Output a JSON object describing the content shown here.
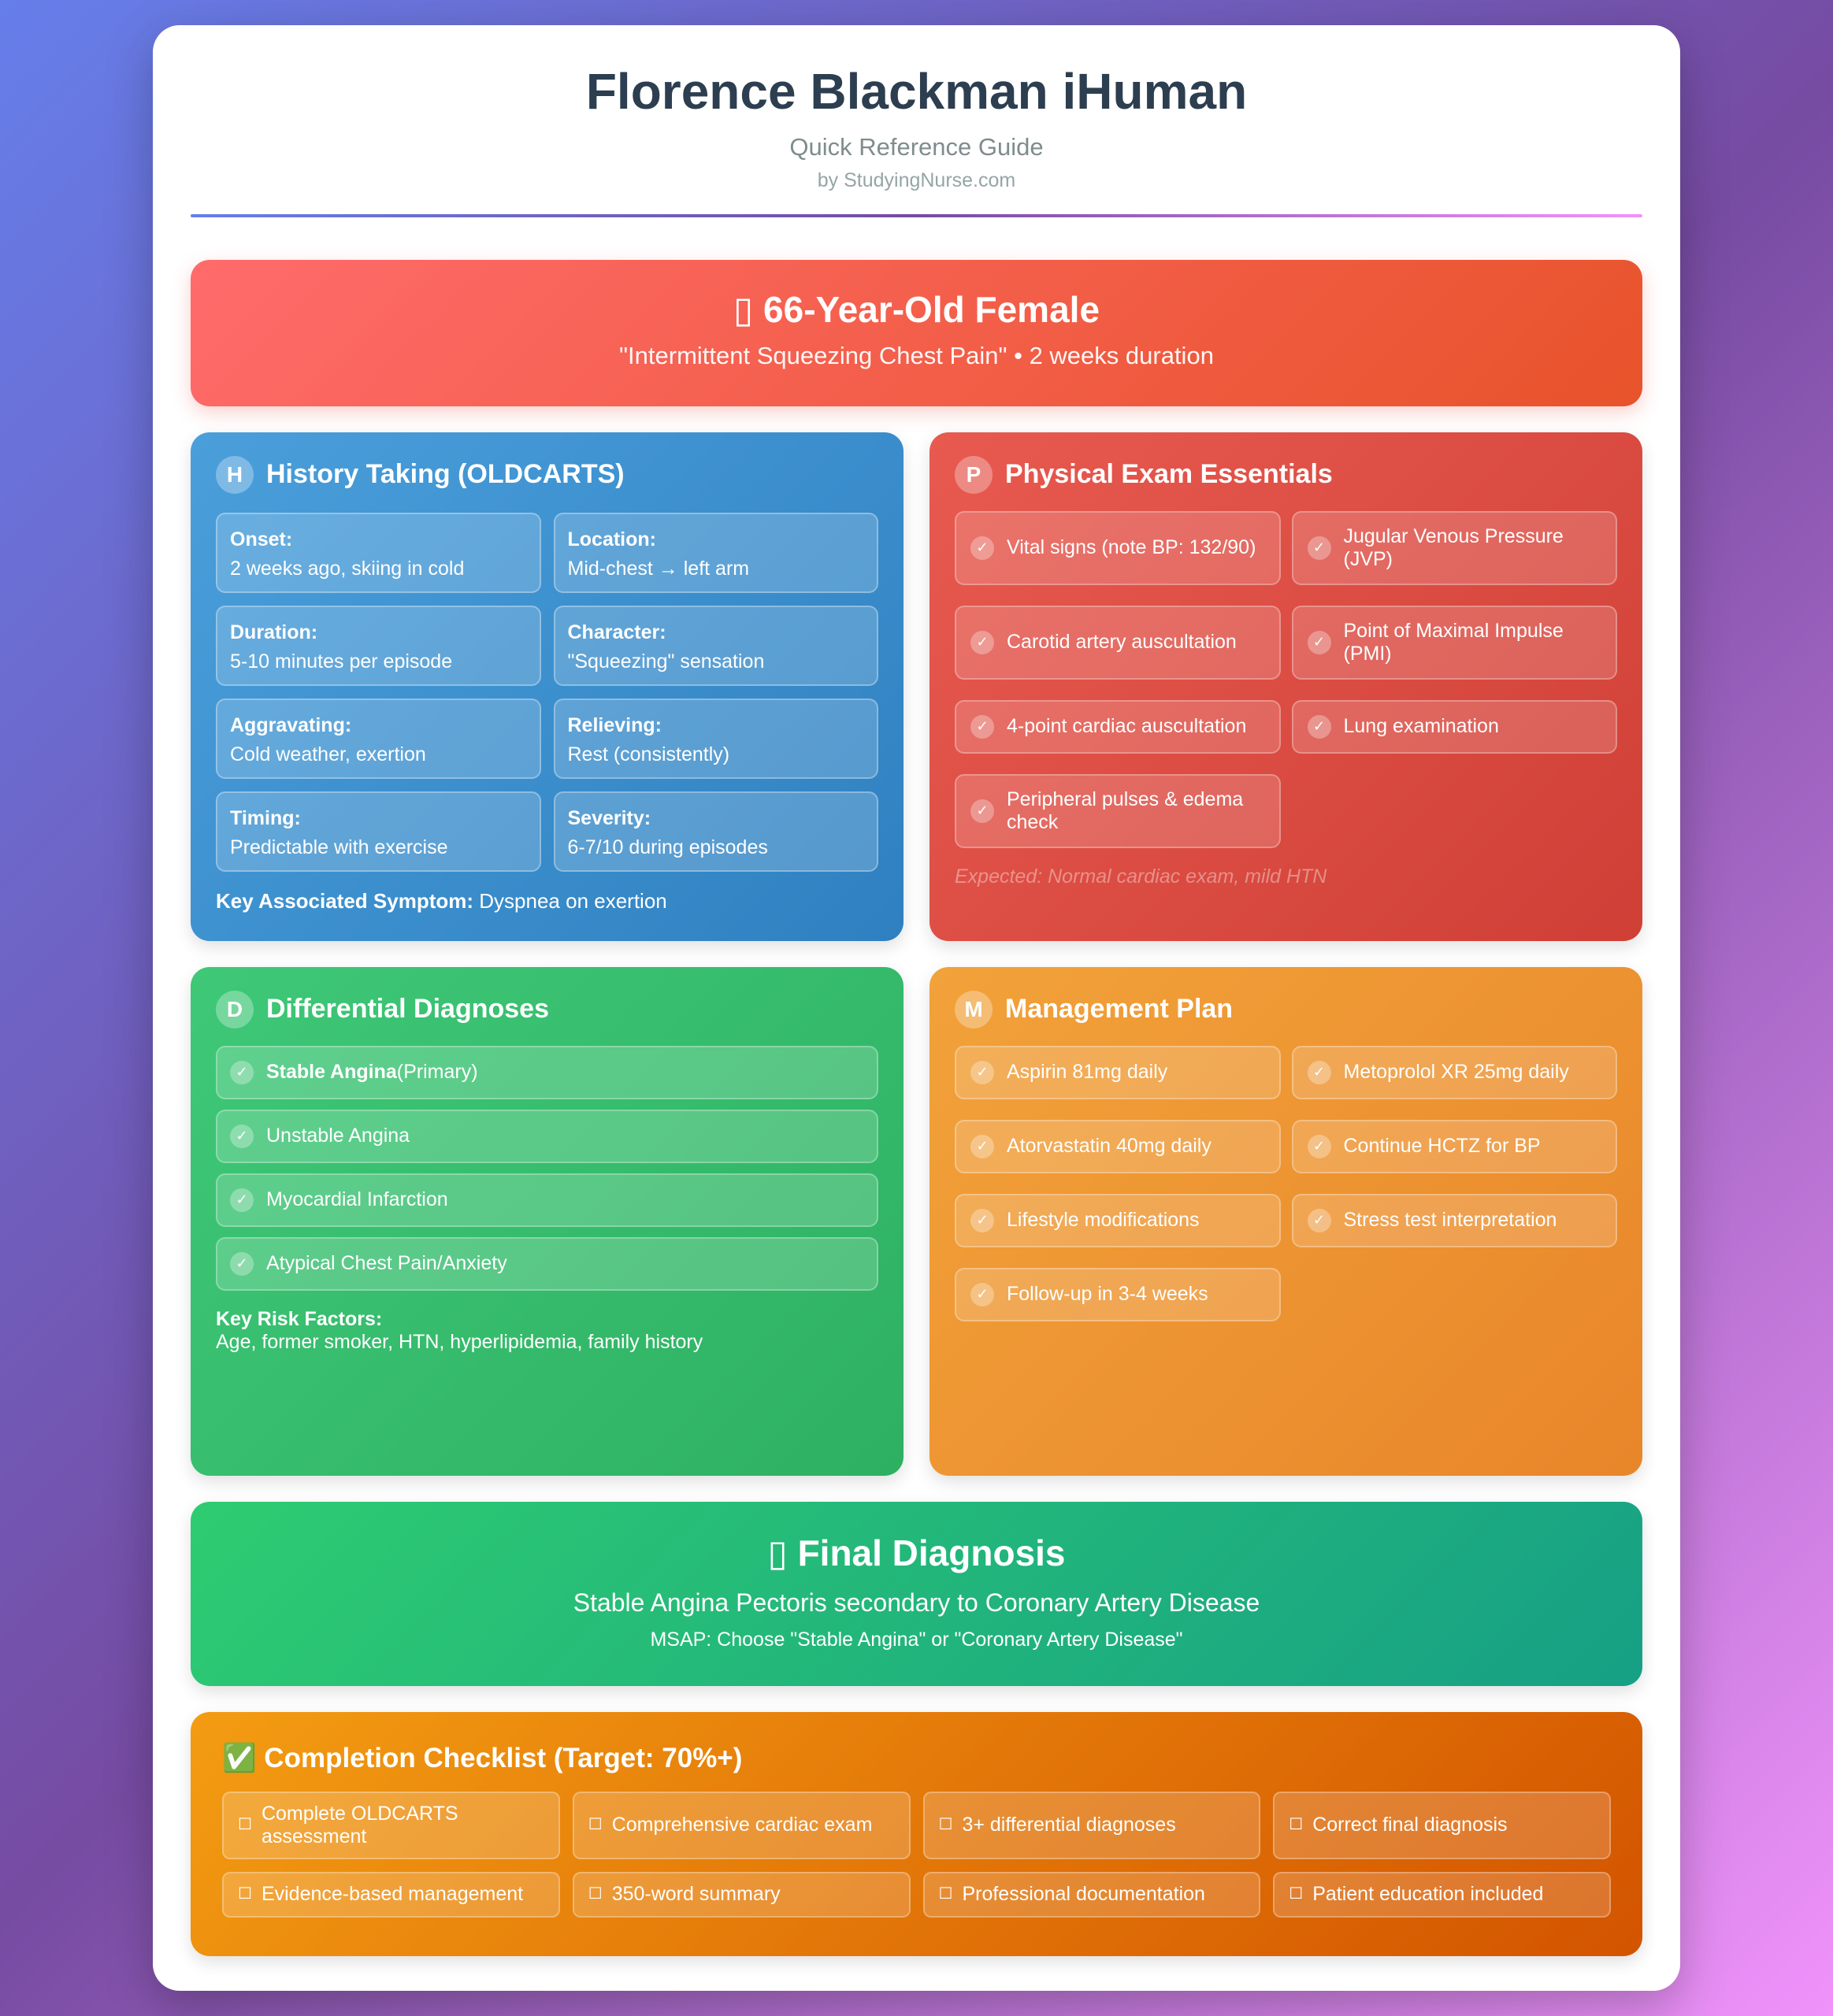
{
  "header": {
    "title": "Florence Blackman iHuman",
    "subtitle": "Quick Reference Guide",
    "byline": "by StudyingNurse.com"
  },
  "patient": {
    "title": "▯ 66-Year-Old Female",
    "subtitle": "\"Intermittent Squeezing Chest Pain\" • 2 weeks duration"
  },
  "history": {
    "badge": "H",
    "title": "History Taking (OLDCARTS)",
    "items": [
      {
        "label": "Onset:",
        "value": "2 weeks ago, skiing in cold"
      },
      {
        "label": "Location:",
        "value": "Mid-chest → left arm"
      },
      {
        "label": "Duration:",
        "value": "5-10 minutes per episode"
      },
      {
        "label": "Character:",
        "value": "\"Squeezing\" sensation"
      },
      {
        "label": "Aggravating:",
        "value": "Cold weather, exertion"
      },
      {
        "label": "Relieving:",
        "value": "Rest (consistently)"
      },
      {
        "label": "Timing:",
        "value": "Predictable with exercise"
      },
      {
        "label": "Severity:",
        "value": "6-7/10 during episodes"
      }
    ],
    "associated_label": "Key Associated Symptom:",
    "associated_value": "Dyspnea on exertion"
  },
  "physical": {
    "badge": "P",
    "title": "Physical Exam Essentials",
    "items": [
      "Vital signs (note BP: 132/90)",
      "Jugular Venous Pressure (JVP)",
      "Carotid artery auscultation",
      "Point of Maximal Impulse (PMI)",
      "4-point cardiac auscultation",
      "Lung examination",
      "Peripheral pulses & edema check"
    ],
    "expected": "Expected: Normal cardiac exam, mild HTN"
  },
  "differential": {
    "badge": "D",
    "title": "Differential Diagnoses",
    "primary_name": "Stable Angina",
    "primary_tag": "(Primary)",
    "items": [
      "Unstable Angina",
      "Myocardial Infarction",
      "Atypical Chest Pain/Anxiety"
    ],
    "risk_label": "Key Risk Factors:",
    "risk_value": "Age, former smoker, HTN, hyperlipidemia, family history"
  },
  "management": {
    "badge": "M",
    "title": "Management Plan",
    "items": [
      "Aspirin 81mg daily",
      "Metoprolol XR 25mg daily",
      "Atorvastatin 40mg daily",
      "Continue HCTZ for BP",
      "Lifestyle modifications",
      "Stress test interpretation",
      "Follow-up in 3-4 weeks"
    ]
  },
  "final": {
    "title": "▯ Final Diagnosis",
    "text": "Stable Angina Pectoris secondary to Coronary Artery Disease",
    "note": "MSAP: Choose \"Stable Angina\" or \"Coronary Artery Disease\""
  },
  "checklist": {
    "title": "✅ Completion Checklist (Target: 70%+)",
    "items": [
      "Complete OLDCARTS assessment",
      "Comprehensive cardiac exam",
      "3+ differential diagnoses",
      "Correct final diagnosis",
      "Evidence-based management",
      "350-word summary",
      "Professional documentation",
      "Patient education included"
    ]
  },
  "icons": {
    "check": "✓",
    "box": "☐"
  }
}
